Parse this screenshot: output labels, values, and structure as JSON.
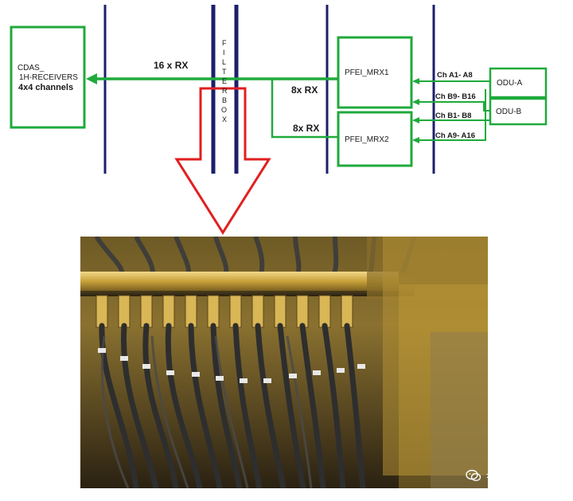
{
  "blocks": {
    "cdas": {
      "line1": "CDAS_",
      "line2": "1H-RECEIVERS",
      "line3": "4x4 channels"
    },
    "pfei_mrx1": "PFEI_MRX1",
    "pfei_mrx2": "PFEI_MRX2",
    "odu_a": "ODU-A",
    "odu_b": "ODU-B"
  },
  "labels": {
    "rx16": "16 x RX",
    "rx8_top": "8x RX",
    "rx8_bottom": "8x RX",
    "filterbox": [
      "F",
      "I",
      "L",
      "T",
      "E",
      "R",
      "B",
      "O",
      "X"
    ],
    "ch_a1_a8": "Ch A1- A8",
    "ch_b9_b16": "Ch B9- B16",
    "ch_b1_b8": "Ch B1- B8",
    "ch_a9_a16": "Ch A9- A16"
  },
  "colors": {
    "green": "#1faa3b",
    "navy": "#1c1f6b",
    "red_arrow": "#e21f1f",
    "gold": "#c9a23a"
  },
  "photo": {
    "description_icon": "filterbox-cable-connector-photo"
  },
  "watermark": {
    "text": "老王讲技术",
    "icon": "wechat-icon"
  }
}
